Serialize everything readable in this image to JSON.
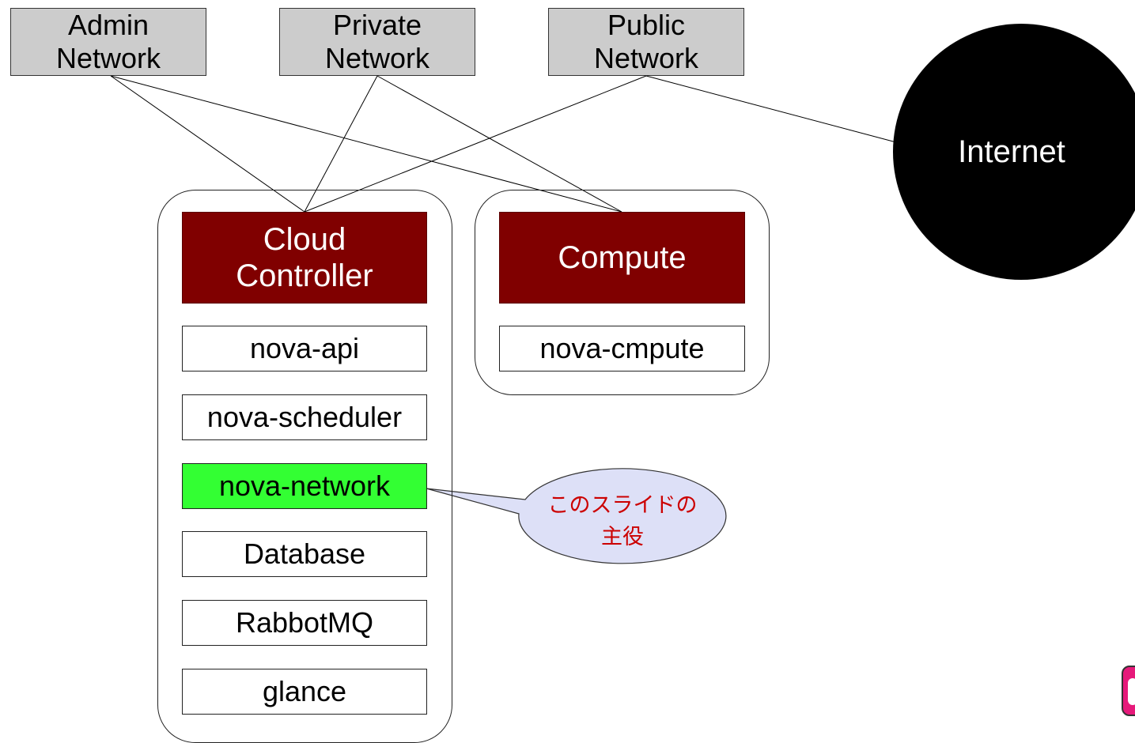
{
  "networks": {
    "admin": [
      "Admin",
      "Network"
    ],
    "private": [
      "Private",
      "Network"
    ],
    "public": [
      "Public",
      "Network"
    ]
  },
  "internet": "Internet",
  "controller": {
    "title": [
      "Cloud",
      "Controller"
    ],
    "services": [
      "nova-api",
      "nova-scheduler",
      "nova-network",
      "Database",
      "RabbotMQ",
      "glance"
    ],
    "highlighted_service": "nova-network"
  },
  "compute": {
    "title": "Compute",
    "services": [
      "nova-cmpute"
    ]
  },
  "callout": [
    "このスライドの",
    "主役"
  ],
  "colors": {
    "network_fill": "#cccccc",
    "head_fill": "#800000",
    "highlight_fill": "#33ff33",
    "callout_fill": "#dde0f7",
    "callout_text": "#cc0000",
    "internet_fill": "#000000",
    "logo": "#e6197a"
  }
}
